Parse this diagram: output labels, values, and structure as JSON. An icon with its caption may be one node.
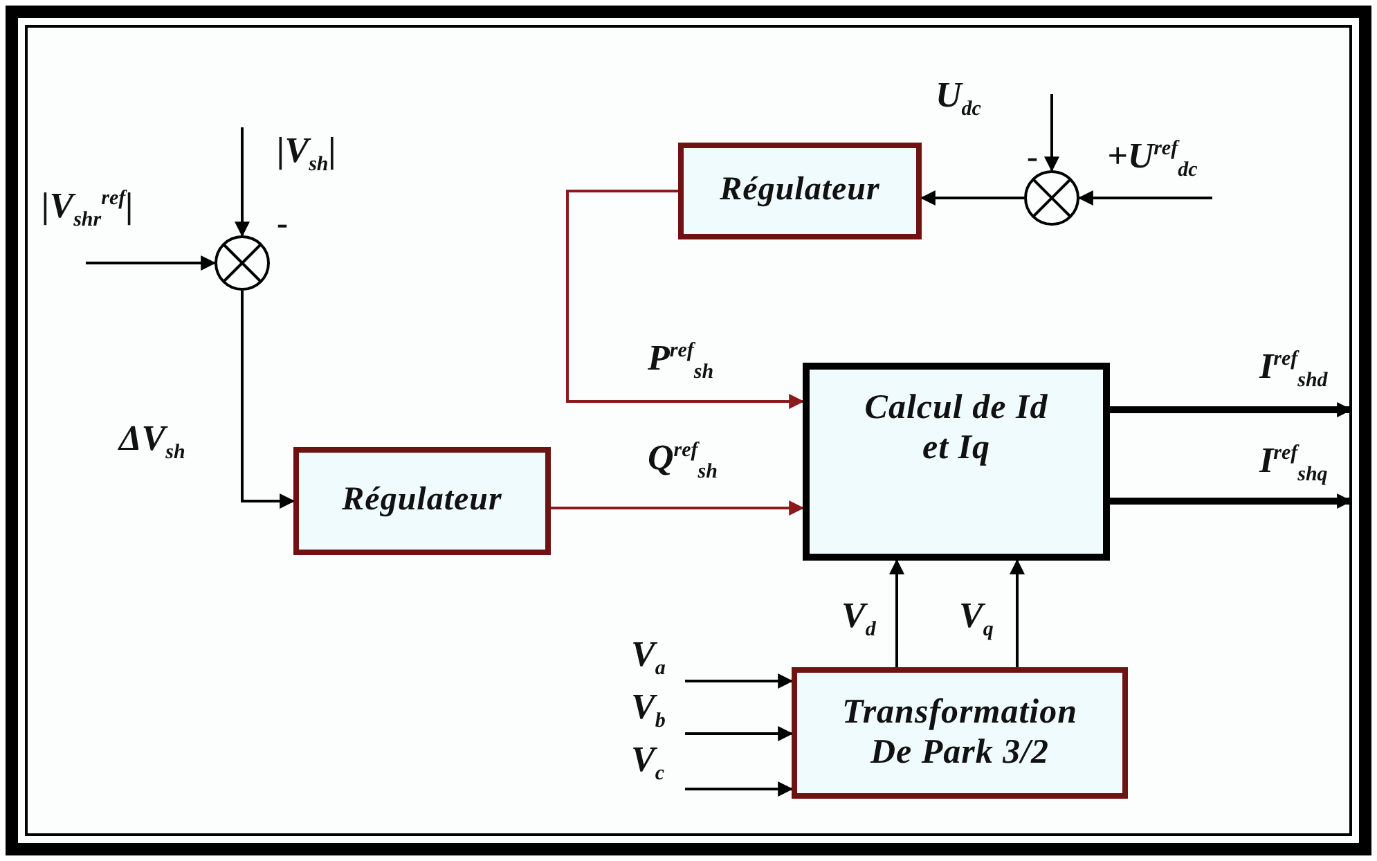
{
  "diagram": {
    "nodes": [
      {
        "text": [],
        "shape": "circle"
      },
      {
        "text": [],
        "shape": "circle"
      },
      {
        "text": [
          "Régulateur"
        ]
      },
      {
        "text": [
          "Régulateur"
        ]
      },
      {
        "text": [
          "Calcul de Id et Iq"
        ]
      },
      {
        "text": [
          "Transformation De Park 3/2"
        ]
      }
    ],
    "edges": [
      {
        "from": null,
        "to": 0,
        "arrow": "to",
        "label": "|V$_{sh}$|"
      },
      {
        "from": null,
        "to": 0,
        "arrow": "to",
        "label": "|V$_{shr}$$^{ref}$|"
      },
      {
        "from": 0,
        "to": 3,
        "arrow": "to",
        "label": "ΔV$_{sh}$"
      },
      {
        "from": null,
        "to": 1,
        "arrow": "to",
        "label": "U$_{dc}$"
      },
      {
        "from": null,
        "to": 1,
        "arrow": "to",
        "label": "+U$^{ref}$$_{dc}$"
      },
      {
        "from": 1,
        "to": 2,
        "arrow": "to"
      },
      {
        "from": 2,
        "to": 4,
        "arrow": "to",
        "label": "P$^{ref}$$_{sh}$",
        "color": "#8b1a1a"
      },
      {
        "from": 3,
        "to": 4,
        "arrow": "to",
        "label": "Q$^{ref}$$_{sh}$",
        "color": "#8b1a1a"
      },
      {
        "from": 4,
        "to": null,
        "arrow": "to",
        "label": "I$^{ref}$$_{shd}$",
        "style": "thick"
      },
      {
        "from": 4,
        "to": null,
        "arrow": "to",
        "label": "I$^{ref}$$_{shq}$",
        "style": "thick"
      },
      {
        "from": 5,
        "to": 4,
        "arrow": "to",
        "label": "V$_{d}$"
      },
      {
        "from": 5,
        "to": 4,
        "arrow": "to",
        "label": "V$_{q}$"
      },
      {
        "from": null,
        "to": 5,
        "arrow": "to",
        "label": "V$_{a}$"
      },
      {
        "from": null,
        "to": 5,
        "arrow": "to",
        "label": "V$_{b}$"
      },
      {
        "from": null,
        "to": 5,
        "arrow": "to",
        "label": "V$_{c}$"
      }
    ],
    "labels": [
      "-",
      "-"
    ]
  }
}
